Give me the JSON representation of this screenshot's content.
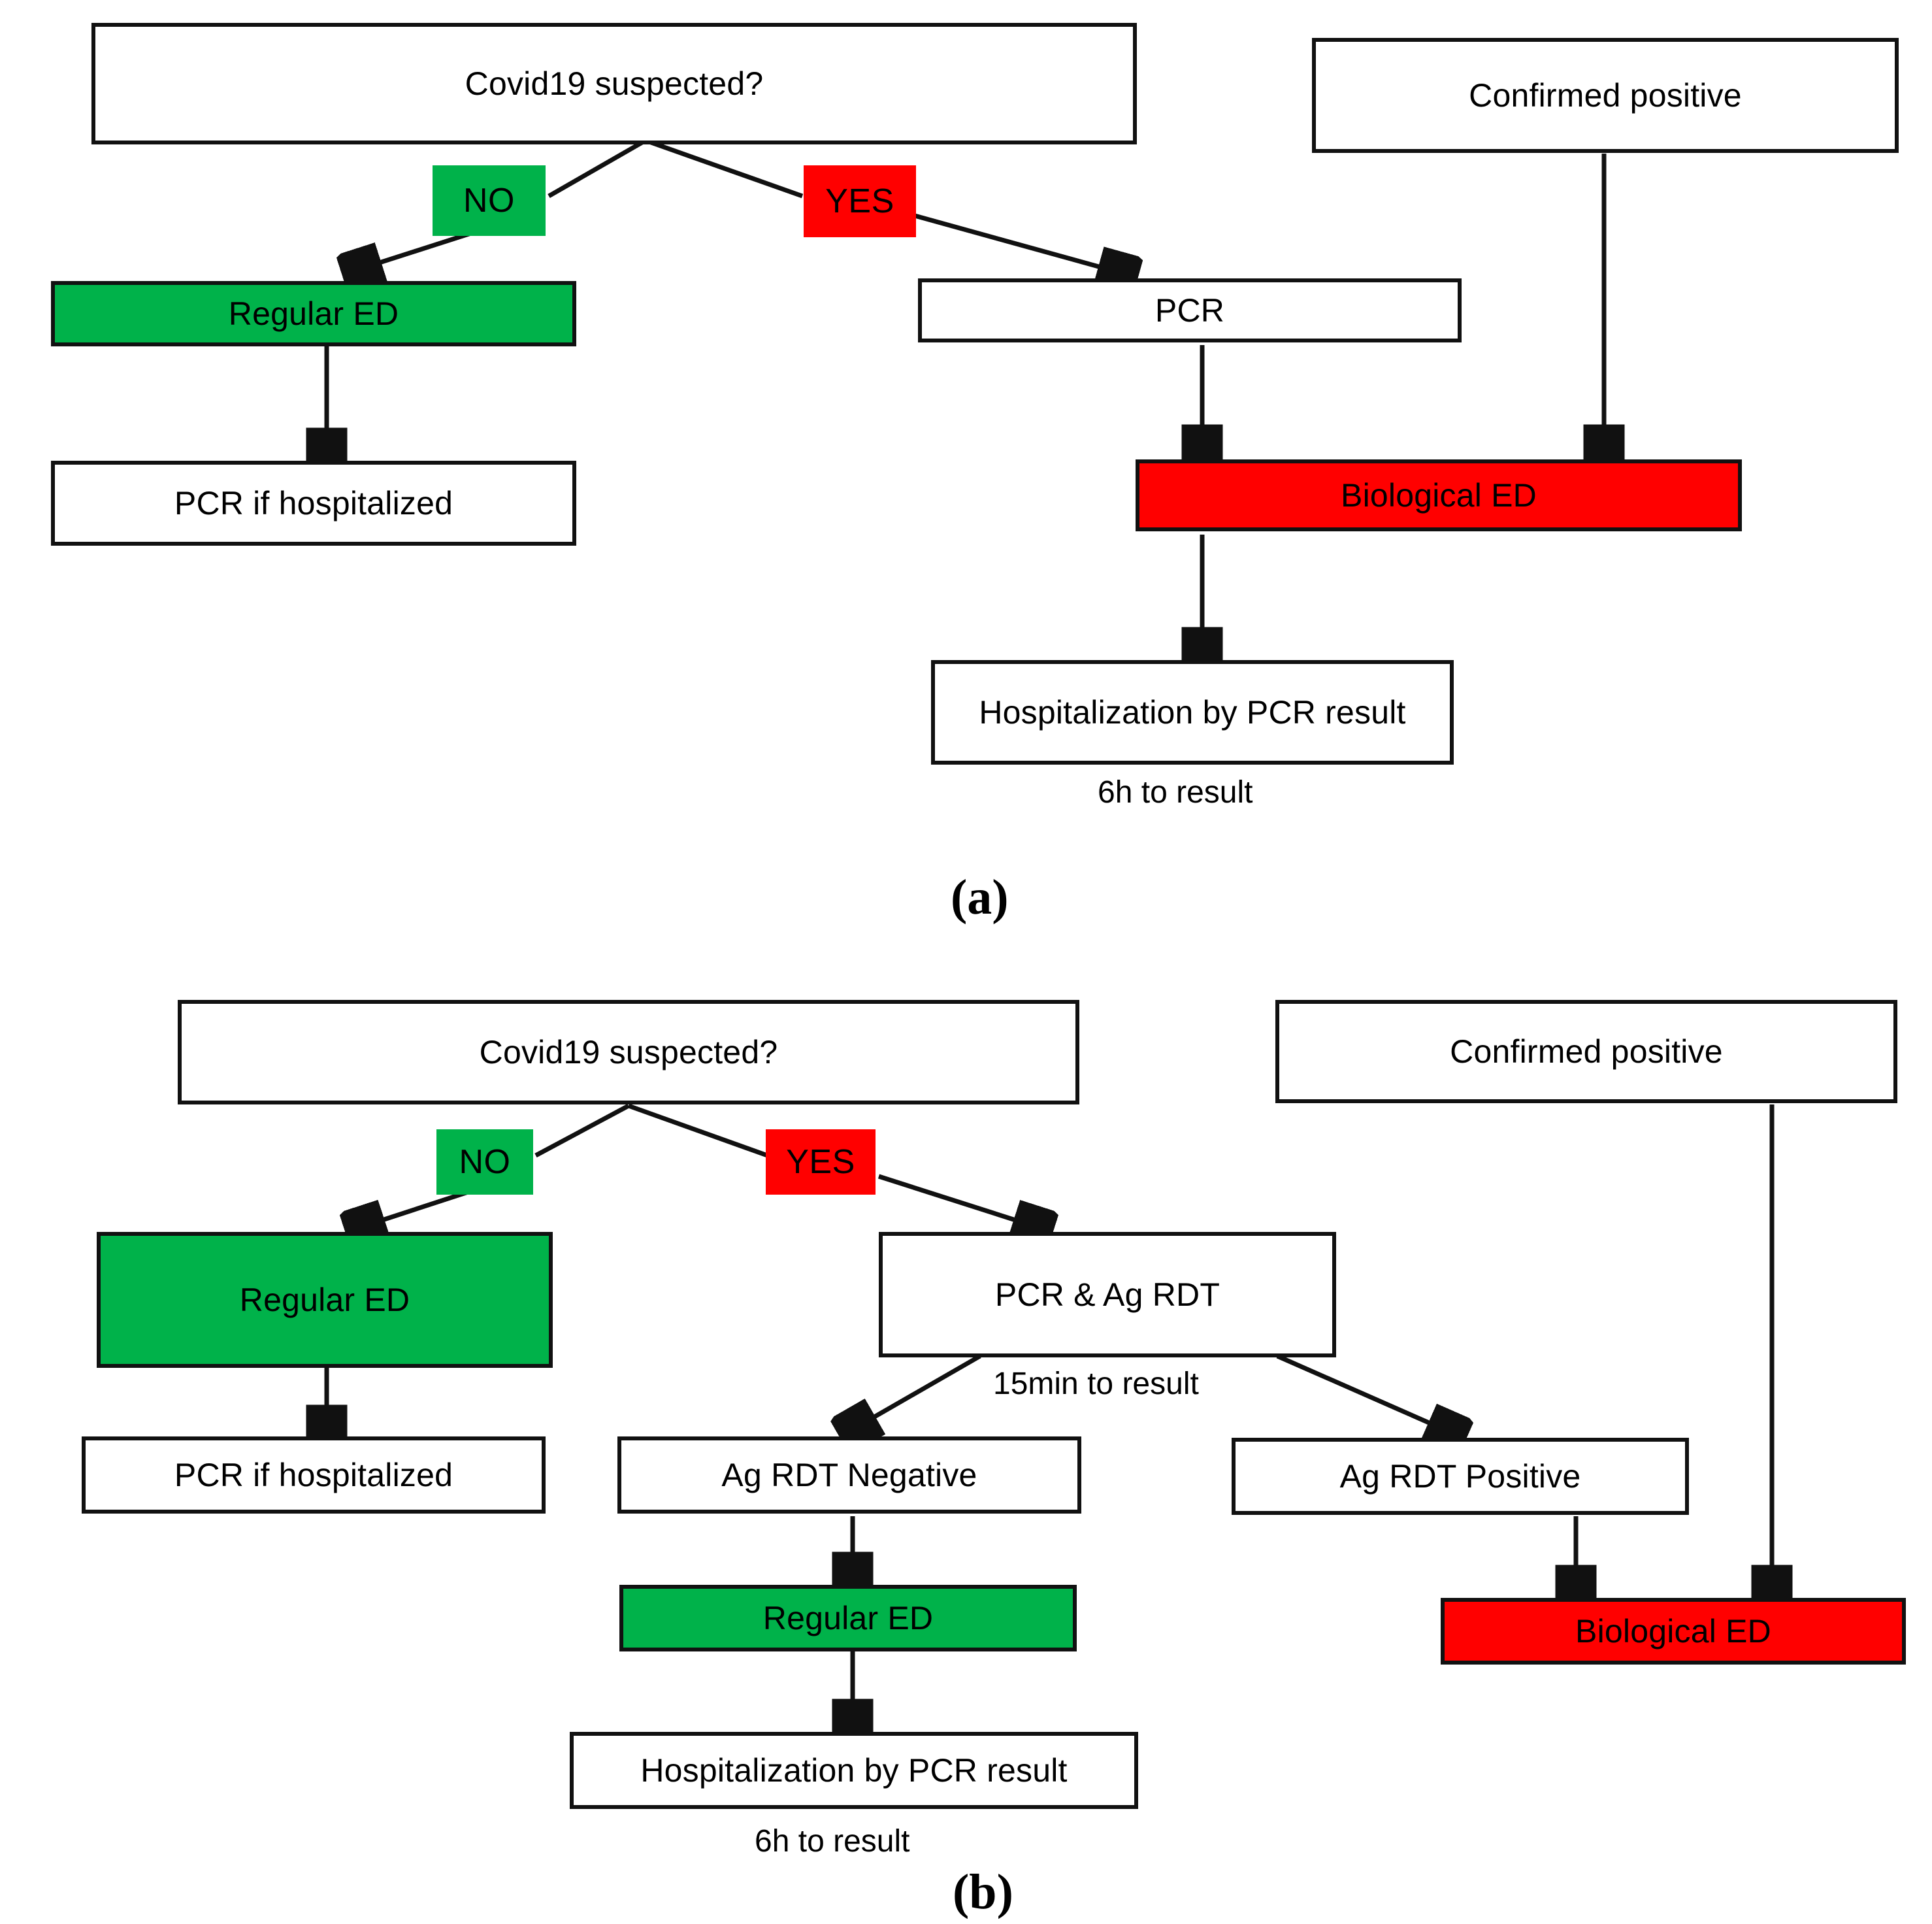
{
  "figure": {
    "panels": [
      {
        "id": "a",
        "letter": "(a)",
        "nodes": {
          "covid_suspected": "Covid19 suspected?",
          "confirmed_positive": "Confirmed positive",
          "regular_ed": "Regular ED",
          "pcr": "PCR",
          "pcr_if_hospitalized": "PCR if hospitalized",
          "biological_ed": "Biological ED",
          "hospitalization_by_pcr_result": "Hospitalization by PCR result"
        },
        "edge_labels": {
          "no": "NO",
          "yes": "YES"
        },
        "captions": {
          "time_to_result": "6h to result"
        }
      },
      {
        "id": "b",
        "letter": "(b)",
        "nodes": {
          "covid_suspected": "Covid19 suspected?",
          "confirmed_positive": "Confirmed positive",
          "regular_ed": "Regular ED",
          "pcr_and_ag_rdt": "PCR & Ag RDT",
          "pcr_if_hospitalized": "PCR if hospitalized",
          "ag_rdt_negative": "Ag RDT Negative",
          "ag_rdt_positive": "Ag RDT Positive",
          "regular_ed_2": "Regular ED",
          "biological_ed": "Biological ED",
          "hospitalization_by_pcr_result": "Hospitalization by PCR result"
        },
        "edge_labels": {
          "no": "NO",
          "yes": "YES"
        },
        "captions": {
          "rapid_time_to_result": "15min to result",
          "time_to_result": "6h to result"
        }
      }
    ],
    "colors": {
      "green": "#00B24A",
      "red": "#FF0000",
      "outline": "#111111",
      "background": "#FFFFFF"
    }
  }
}
